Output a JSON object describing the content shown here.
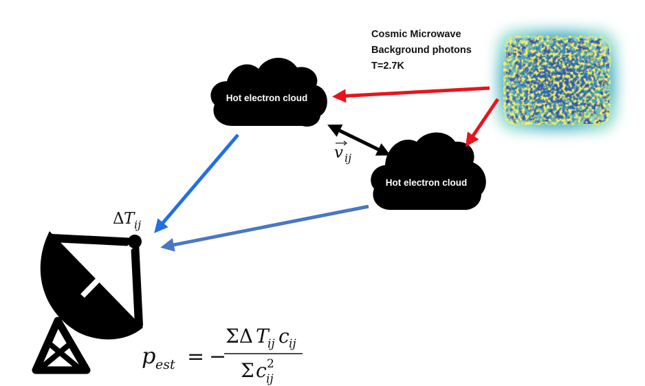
{
  "cmb": {
    "line1": "Cosmic Microwave",
    "line2": "Background photons",
    "line3": "T=2.7K"
  },
  "clouds": [
    {
      "label": "Hot electron cloud"
    },
    {
      "label": "Hot electron cloud"
    }
  ],
  "velocity": {
    "symbol": "v",
    "sub": "ij"
  },
  "delta_t": {
    "prefix": "Δ",
    "symbol": "T",
    "sub": "ij"
  },
  "formula": {
    "lhs": "p",
    "lhs_sub": "est",
    "eq": "=",
    "minus": "−",
    "num_sigma": "ΣΔ",
    "num_T": "T",
    "num_T_sub": "ij",
    "num_c": "c",
    "num_c_sub": "ij",
    "den_sigma": "Σ",
    "den_c": "c",
    "den_sup": "2",
    "den_sub": "ij"
  },
  "colors": {
    "cmb_arrow": "#e8141b",
    "blue_arrow_1": "#1f6fe8",
    "blue_arrow_2": "#4a77c4",
    "velocity_arrow": "#000000"
  }
}
